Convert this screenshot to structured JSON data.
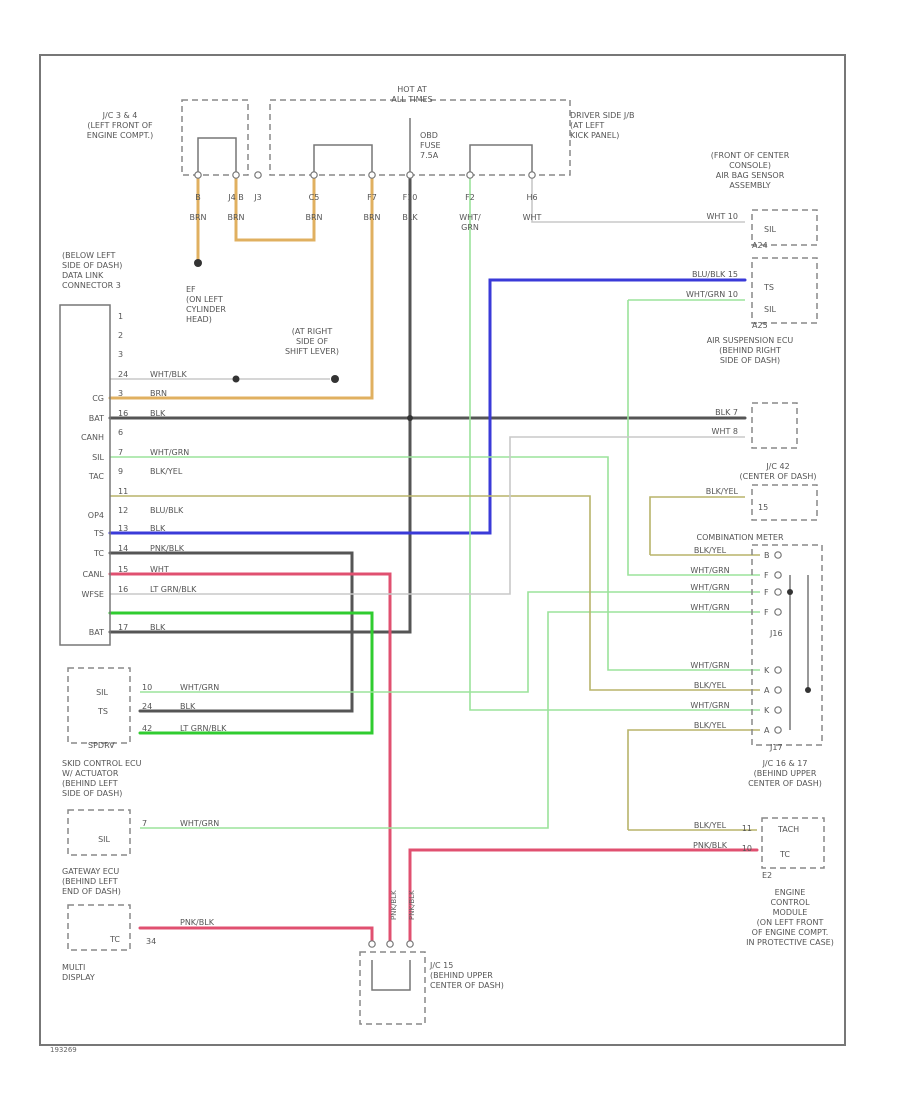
{
  "colors": {
    "brn": "#e0b060",
    "blk": "#555555",
    "blu": "#3a3ad8",
    "wht_grn": "#9be39b",
    "blk_yel": "#b8b46a",
    "pnk_blk": "#e05070",
    "lt_grn_blk": "#30cc30",
    "wht": "#c8c8c8"
  },
  "labels": {
    "jc_top_left": [
      "J/C 3 & 4",
      "(LEFT FRONT OF",
      "ENGINE COMPT.)"
    ],
    "hot_at": [
      "HOT AT",
      "ALL TIMES"
    ],
    "obd_fuse": [
      "OBD",
      "FUSE",
      "7.5A"
    ],
    "driver_jb": [
      "DRIVER SIDE J/B",
      "(AT LEFT",
      "KICK PANEL)"
    ],
    "airbag_sensor": [
      "(FRONT OF CENTER",
      "CONSOLE)",
      "AIR BAG SENSOR",
      "ASSEMBLY"
    ],
    "below_dash": [
      "(BELOW LEFT",
      "SIDE OF DASH)",
      "DATA LINK",
      "CONNECTOR 3"
    ],
    "ground_ef": [
      "EF",
      "(ON LEFT",
      "CYLINDER",
      "HEAD)"
    ],
    "ground_at": [
      "(AT RIGHT",
      "SIDE OF",
      "SHIFT LEVER)"
    ],
    "air_susp": [
      "AIR SUSPENSION ECU",
      "(BEHIND RIGHT",
      "SIDE OF DASH)"
    ],
    "jc42": [
      "J/C 42",
      "(CENTER OF DASH)"
    ],
    "combo_meter": "COMBINATION METER",
    "jc16_17": [
      "J/C 16 & 17",
      "(BEHIND UPPER",
      "CENTER OF DASH)"
    ],
    "skid_ecu": [
      "SKID CONTROL ECU",
      "W/ ACTUATOR",
      "(BEHIND LEFT",
      "SIDE OF DASH)"
    ],
    "gateway_ecu": [
      "GATEWAY ECU",
      "(BEHIND LEFT",
      "END OF DASH)"
    ],
    "multi_display": [
      "MULTI",
      "DISPLAY"
    ],
    "jc15": [
      "J/C 15",
      "(BEHIND UPPER",
      "CENTER OF DASH)"
    ],
    "ecm": [
      "ENGINE",
      "CONTROL",
      "MODULE",
      "(ON LEFT FRONT",
      "OF ENGINE COMPT.",
      "IN PROTECTIVE CASE)"
    ],
    "j16": "J16",
    "j17": "J17",
    "a24": "A24",
    "a25": "A25",
    "e2": "E2",
    "footer": "193269"
  },
  "top_pins": [
    {
      "pin": "B",
      "wire": "BRN"
    },
    {
      "pin": "J4 B",
      "wire": "BRN"
    },
    {
      "pin": "J3",
      "wire": ""
    },
    {
      "pin": "C5",
      "wire": "BRN"
    },
    {
      "pin": "F7",
      "wire": "BRN"
    },
    {
      "pin": "F10",
      "wire": "BLK"
    },
    {
      "pin": "F2",
      "wire": "WHT/ GRN"
    },
    {
      "pin": "H6",
      "wire": "WHT"
    }
  ],
  "dlc_pins": [
    {
      "pin": "1",
      "name": "",
      "wire": ""
    },
    {
      "pin": "2",
      "name": "",
      "wire": ""
    },
    {
      "pin": "3",
      "name": "",
      "wire": ""
    },
    {
      "pin": "24",
      "name": "",
      "wire": "WHT/BLK"
    },
    {
      "pin": "3",
      "name": "CG",
      "wire": "BRN"
    },
    {
      "pin": "16",
      "name": "BAT",
      "wire": "BLK"
    },
    {
      "pin": "6",
      "name": "CANH",
      "wire": ""
    },
    {
      "pin": "7",
      "name": "SIL",
      "wire": "WHT/GRN"
    },
    {
      "pin": "9",
      "name": "TAC",
      "wire": "BLK/YEL"
    },
    {
      "pin": "11",
      "name": "",
      "wire": ""
    },
    {
      "pin": "12",
      "name": "OP4",
      "wire": "BLU/BLK"
    },
    {
      "pin": "13",
      "name": "TS",
      "wire": "BLK"
    },
    {
      "pin": "14",
      "name": "TC",
      "wire": "PNK/BLK"
    },
    {
      "pin": "15",
      "name": "CANL",
      "wire": "WHT"
    },
    {
      "pin": "16",
      "name": "WFSE",
      "wire": "LT GRN/BLK"
    },
    {
      "pin": "17",
      "name": "BAT",
      "wire": "BLK"
    }
  ],
  "right_wires": {
    "airbag": {
      "wire": "WHT",
      "pin": "10",
      "terminal": "SIL"
    },
    "air_susp_1": {
      "wire": "BLU/BLK",
      "pin": "15",
      "terminal": "TS"
    },
    "air_susp_2": {
      "wire": "WHT/GRN",
      "pin": "10",
      "terminal": "SIL"
    },
    "gnd_1": {
      "wire": "BLK",
      "pin": "7"
    },
    "gnd_2": {
      "wire": "WHT",
      "pin": "8"
    },
    "jc42": {
      "wire": "BLK/YEL",
      "terminal": "15"
    },
    "meter_rows": [
      {
        "wire": "BLK/YEL",
        "pin": "B"
      },
      {
        "wire": "WHT/GRN",
        "pin": "F"
      },
      {
        "wire": "WHT/GRN",
        "pin": "F"
      },
      {
        "wire": "WHT/GRN",
        "pin": "F"
      },
      {
        "wire": "WHT/GRN",
        "pin": "K"
      },
      {
        "wire": "BLK/YEL",
        "pin": "A"
      },
      {
        "wire": "WHT/GRN",
        "pin": "K"
      },
      {
        "wire": "BLK/YEL",
        "pin": "A"
      }
    ],
    "ecm_1": {
      "wire": "BLK/YEL",
      "pin": "11",
      "terminal": "TACH"
    },
    "ecm_2": {
      "wire": "PNK/BLK",
      "pin": "10",
      "terminal": "TC"
    }
  },
  "skid": {
    "rows": [
      {
        "pin": "10",
        "name": "SIL",
        "wire": "WHT/GRN"
      },
      {
        "pin": "24",
        "name": "TS",
        "wire": "BLK"
      },
      {
        "pin": "42",
        "name": "",
        "wire": "LT GRN/BLK"
      }
    ],
    "label": "SPDRV"
  },
  "skid2": {
    "pin": "7",
    "name": "SIL",
    "wire": "WHT/GRN"
  },
  "gateway": {
    "pin": "TC",
    "wire": "PNK/BLK",
    "pin2": "34"
  },
  "jc15_pins": [
    "PNK/BLK",
    "PNK/BLK"
  ]
}
